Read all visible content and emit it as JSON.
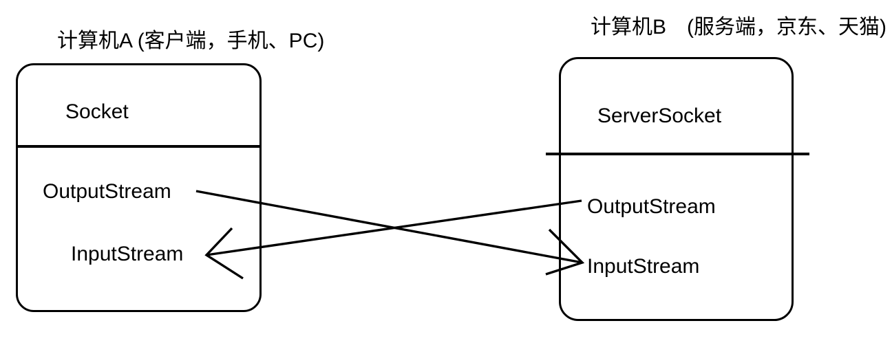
{
  "diagram": {
    "background_color": "#ffffff",
    "line_color": "#000000",
    "computer_a": {
      "title": "计算机A (客户端，手机、PC)",
      "header_label": "Socket",
      "output_label": "OutputStream",
      "input_label": "InputStream"
    },
    "computer_b": {
      "title": "计算机B　(服务端，京东、天猫)",
      "header_label": "ServerSocket",
      "output_label": "OutputStream",
      "input_label": "InputStream"
    },
    "arrows": [
      {
        "from": "computer_a OutputStream",
        "to": "computer_b InputStream"
      },
      {
        "from": "computer_b OutputStream",
        "to": "computer_a InputStream"
      }
    ]
  }
}
